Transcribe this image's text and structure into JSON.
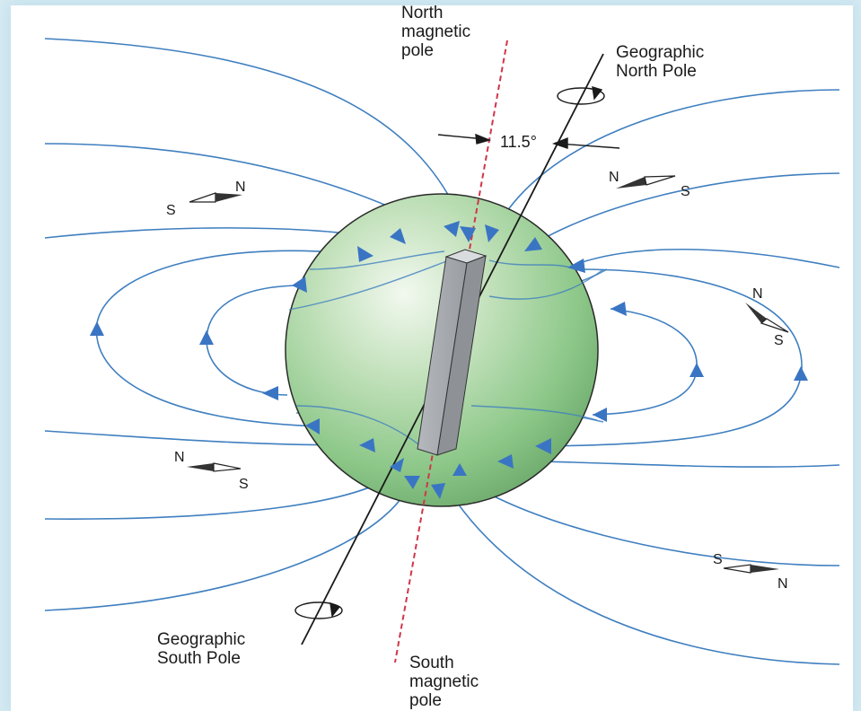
{
  "labels": {
    "north_magnetic_pole": "North\nmagnetic\npole",
    "geographic_north_pole": "Geographic\nNorth Pole",
    "angle": "11.5°",
    "geographic_south_pole": "Geographic\nSouth Pole",
    "south_magnetic_pole": "South\nmagnetic\npole"
  },
  "compass_needles": [
    {
      "id": "upper-left",
      "first": "S",
      "second": "N"
    },
    {
      "id": "upper-right",
      "first": "N",
      "second": "S"
    },
    {
      "id": "right",
      "first": "N",
      "second": "S"
    },
    {
      "id": "lower-left",
      "first": "N",
      "second": "S"
    },
    {
      "id": "lower-right",
      "first": "S",
      "second": "N"
    }
  ],
  "colors": {
    "field_lines": "#3f7fbf",
    "arrowheads": "#3a75c4",
    "magnetic_axis": "#d0364a",
    "geographic_axis": "#1a1a1a",
    "earth": "#8dc98a",
    "bar_magnet": "#a9adb1"
  }
}
